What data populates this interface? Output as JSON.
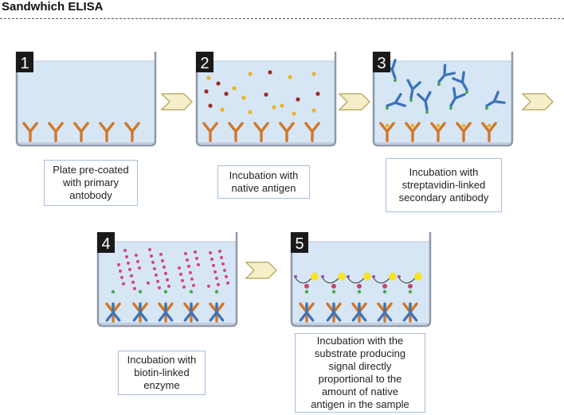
{
  "title": "Sandwhich ELISA",
  "steps": [
    {
      "number": "1",
      "caption": "Plate pre-coated\nwith primary\nantobody"
    },
    {
      "number": "2",
      "caption": "Incubation with\nnative antigen"
    },
    {
      "number": "3",
      "caption": "Incubation with\nstreptavidin-linked\nsecondary antibody"
    },
    {
      "number": "4",
      "caption": "Incubation with\nbiotin-linked\nenzyme"
    },
    {
      "number": "5",
      "caption": "Incubation with the\nsubstrate producing\nsignal directly\nproportional  to the\namount of native\nantigen in the sample"
    }
  ],
  "colors": {
    "liquid": "#d6e6f5",
    "well_border": "#8f98a8",
    "antibody_orange": "#d2772b",
    "antibody_blue": "#3b73b9",
    "antigen_red": "#9b2c2c",
    "antigen_yellow": "#e8b52c",
    "enzyme_pink": "#d6467a",
    "signal_yellow": "#f7e326",
    "badge": "#1a1a1a",
    "arrow_fill": "#f6efc9",
    "arrow_stroke": "#bfae6a"
  }
}
